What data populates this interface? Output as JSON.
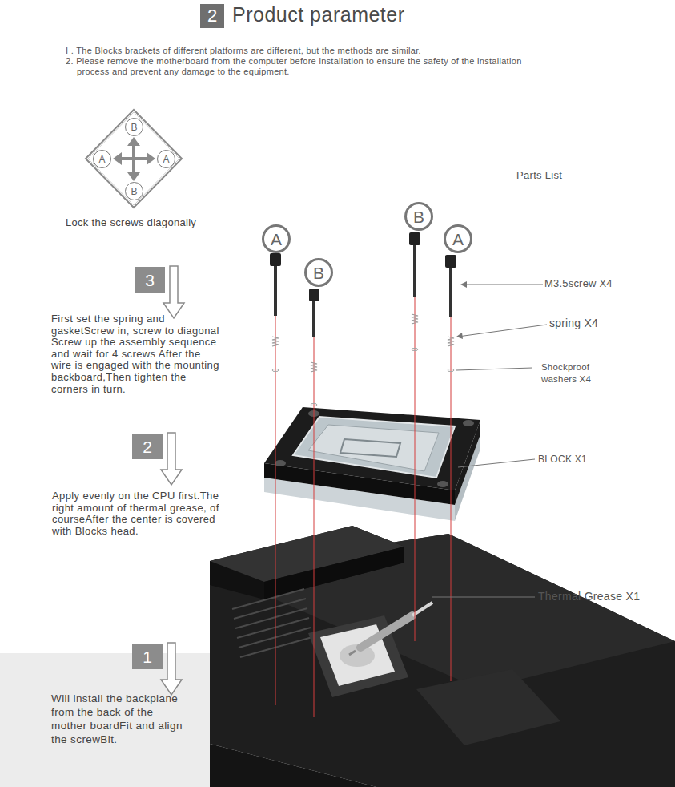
{
  "diagram": {
    "title": "Product parameter",
    "nodes": [
      {
        "text": [
          "2"
        ]
      },
      {
        "text": [
          "B"
        ]
      },
      {
        "text": [
          "A"
        ]
      },
      {
        "text": [
          "A"
        ]
      },
      {
        "text": [
          "B"
        ]
      },
      {
        "text": [
          "A"
        ]
      },
      {
        "text": [
          "B"
        ]
      },
      {
        "text": [
          "B"
        ]
      },
      {
        "text": [
          "A"
        ]
      },
      {
        "text": [
          "3"
        ]
      },
      {
        "text": [
          "2"
        ]
      },
      {
        "text": [
          "1"
        ]
      }
    ],
    "labels": [
      "I . The Blocks  brackets of different platforms are different, but the methods are similar.",
      "2. Please remove the motherboard from the computer before installation to ensure the safety of the installation process and prevent any damage to the equipment.",
      "Lock the screws diagonally",
      "Parts List",
      "First set the spring and gasketScrew in, screw to diagonal Screw up the assembly sequence and wait for 4 screws After the wire is engaged with the mounting backboard,Then tighten the corners in turn.",
      "M3.5screw X4",
      "spring X4",
      "Shockproof washers  X4",
      "BLOCK X1",
      "Apply evenly on the CPU first.The right amount of thermal grease, of courseAfter the center is covered with Blocks  head.",
      "Thermal Grease X1",
      "Will install the backplane from the back of the mother boardFit and align the screwBit."
    ]
  }
}
